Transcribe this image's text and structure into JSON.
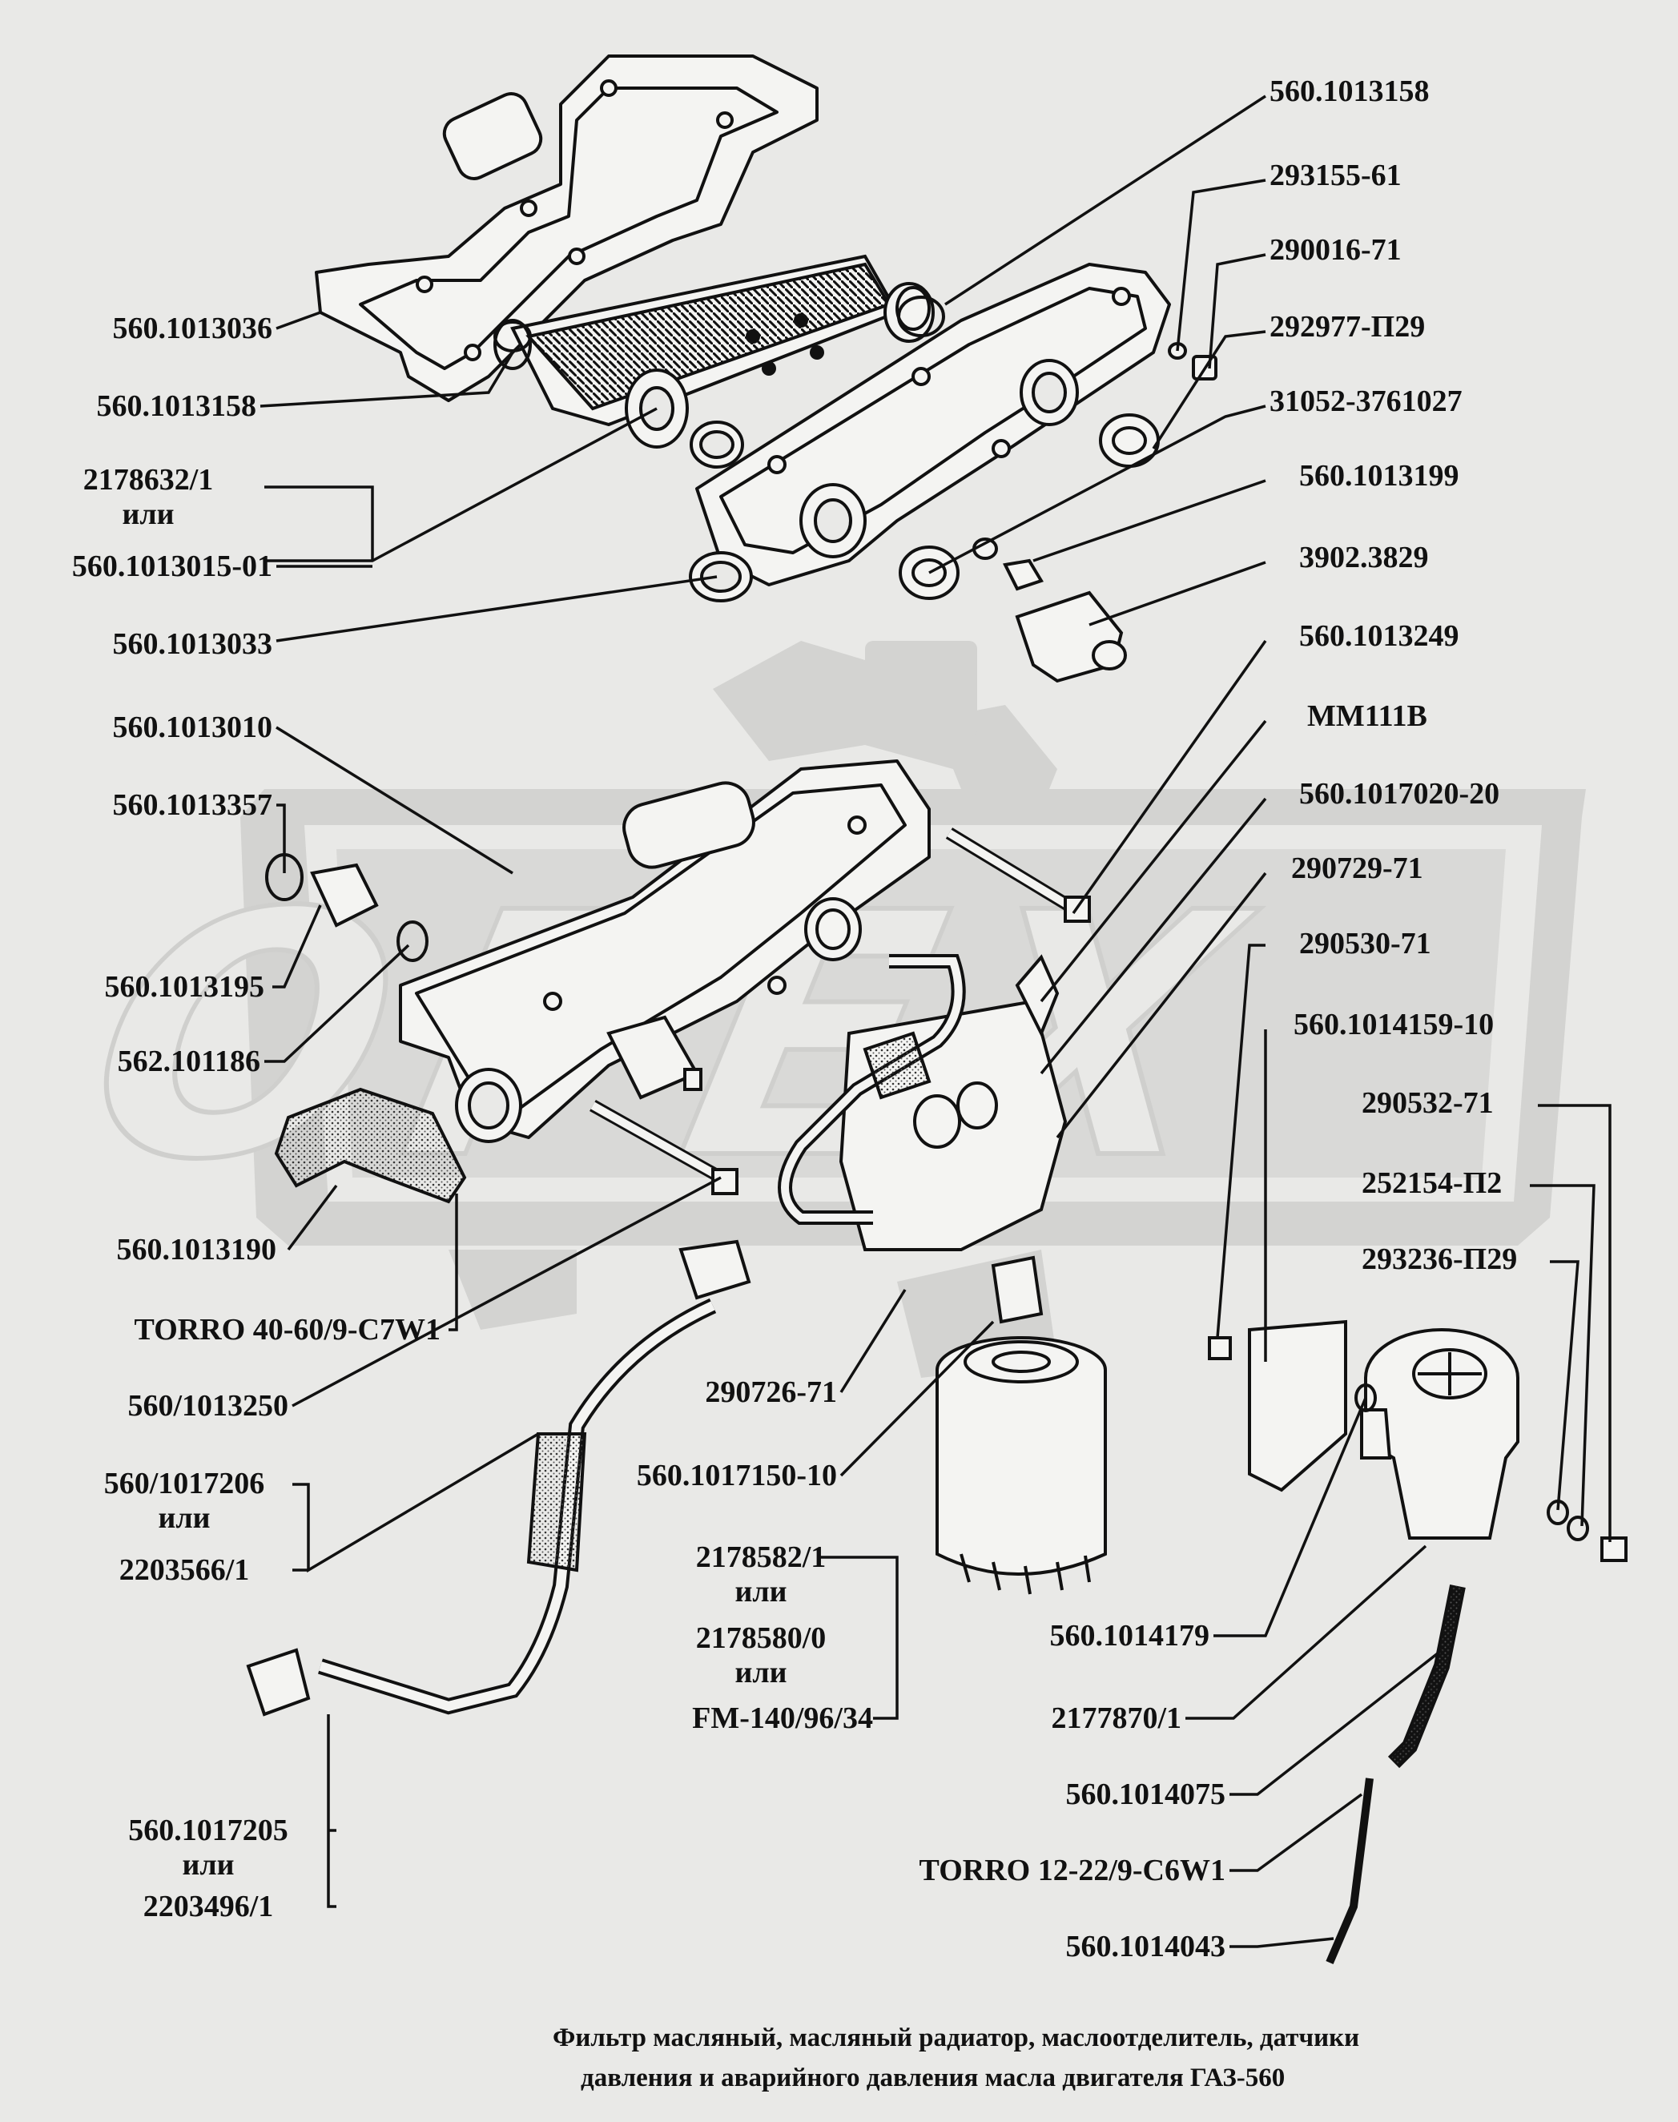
{
  "labels": {
    "p_560_1013158_top": "560.1013158",
    "p_293155_61": "293155-61",
    "p_290016_71": "290016-71",
    "p_292977_p29": "292977-П29",
    "p_31052": "31052-3761027",
    "p_560_1013199": "560.1013199",
    "p_3902_3829": "3902.3829",
    "p_560_1013249": "560.1013249",
    "p_mm111v": "ММ111В",
    "p_560_1017020_20": "560.1017020-20",
    "p_290729_71": "290729-71",
    "p_290530_71": "290530-71",
    "p_560_1014159_10": "560.1014159-10",
    "p_290532_71": "290532-71",
    "p_252154_p2": "252154-П2",
    "p_293236_p29": "293236-П29",
    "p_560_1013036": "560.1013036",
    "p_560_1013158_left": "560.1013158",
    "p_2178632_1": "2178632/1",
    "or_1": "или",
    "p_560_1013015_01": "560.1013015-01",
    "p_560_1013033": "560.1013033",
    "p_560_1013010": "560.1013010",
    "p_560_1013357": "560.1013357",
    "p_560_1013195": "560.1013195",
    "p_562_101186": "562.101186",
    "p_560_1013190": "560.1013190",
    "p_torro_40_60": "TORRO 40-60/9-C7W1",
    "p_560_1013250": "560/1013250",
    "p_560_1017206": "560/1017206",
    "or_2": "или",
    "p_2203566_1": "2203566/1",
    "p_290726_71": "290726-71",
    "p_560_1017150_10": "560.1017150-10",
    "p_2178582_1": "2178582/1",
    "or_3": "или",
    "p_2178580_0": "2178580/0",
    "or_4": "или",
    "p_fm140": "FM-140/96/34",
    "p_560_1014179": "560.1014179",
    "p_2177870_1": "2177870/1",
    "p_560_1014075": "560.1014075",
    "p_torro_12_22": "TORRO 12-22/9-C6W1",
    "p_560_1014043": "560.1014043",
    "p_560_1017205": "560.1017205",
    "or_5": "или",
    "p_2203496_1": "2203496/1"
  },
  "caption": {
    "line1": "Фильтр масляный, масляный радиатор, маслоотделитель, датчики",
    "line2": "давления и аварийного давления  масла двигателя ГАЗ-560"
  },
  "watermark": "ОРЕХ",
  "colors": {
    "background": "#e9e9e7",
    "ink": "#111111",
    "watermark": "#d3d3d1"
  }
}
